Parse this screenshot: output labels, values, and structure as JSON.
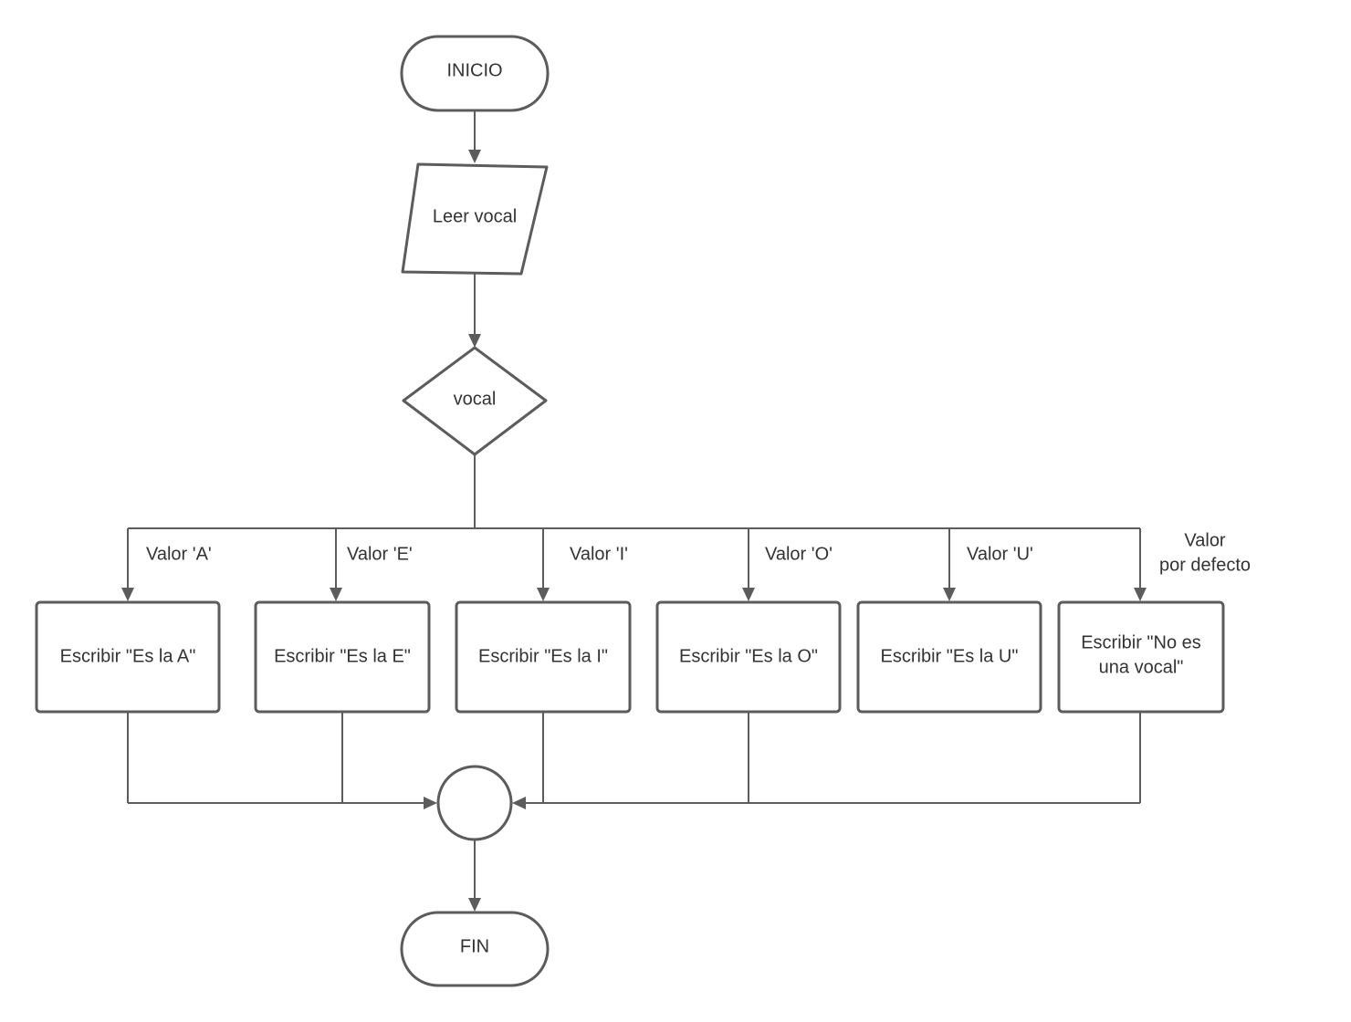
{
  "diagram": {
    "start": "INICIO",
    "input": "Leer vocal",
    "decision": "vocal",
    "branches": [
      {
        "edge_label": "Valor 'A'",
        "action": "Escribir \"Es la A\""
      },
      {
        "edge_label": "Valor 'E'",
        "action": "Escribir \"Es la E\""
      },
      {
        "edge_label": "Valor 'I'",
        "action": "Escribir \"Es la I\""
      },
      {
        "edge_label": "Valor 'O'",
        "action": "Escribir \"Es la O\""
      },
      {
        "edge_label": "Valor 'U'",
        "action": "Escribir \"Es la U\""
      },
      {
        "edge_label_lines": [
          "Valor",
          "por defecto"
        ],
        "action_lines": [
          "Escribir \"No es",
          "una vocal\""
        ]
      }
    ],
    "end": "FIN"
  },
  "colors": {
    "stroke": "#5c5c5c",
    "text": "#333333",
    "fill": "#ffffff"
  }
}
